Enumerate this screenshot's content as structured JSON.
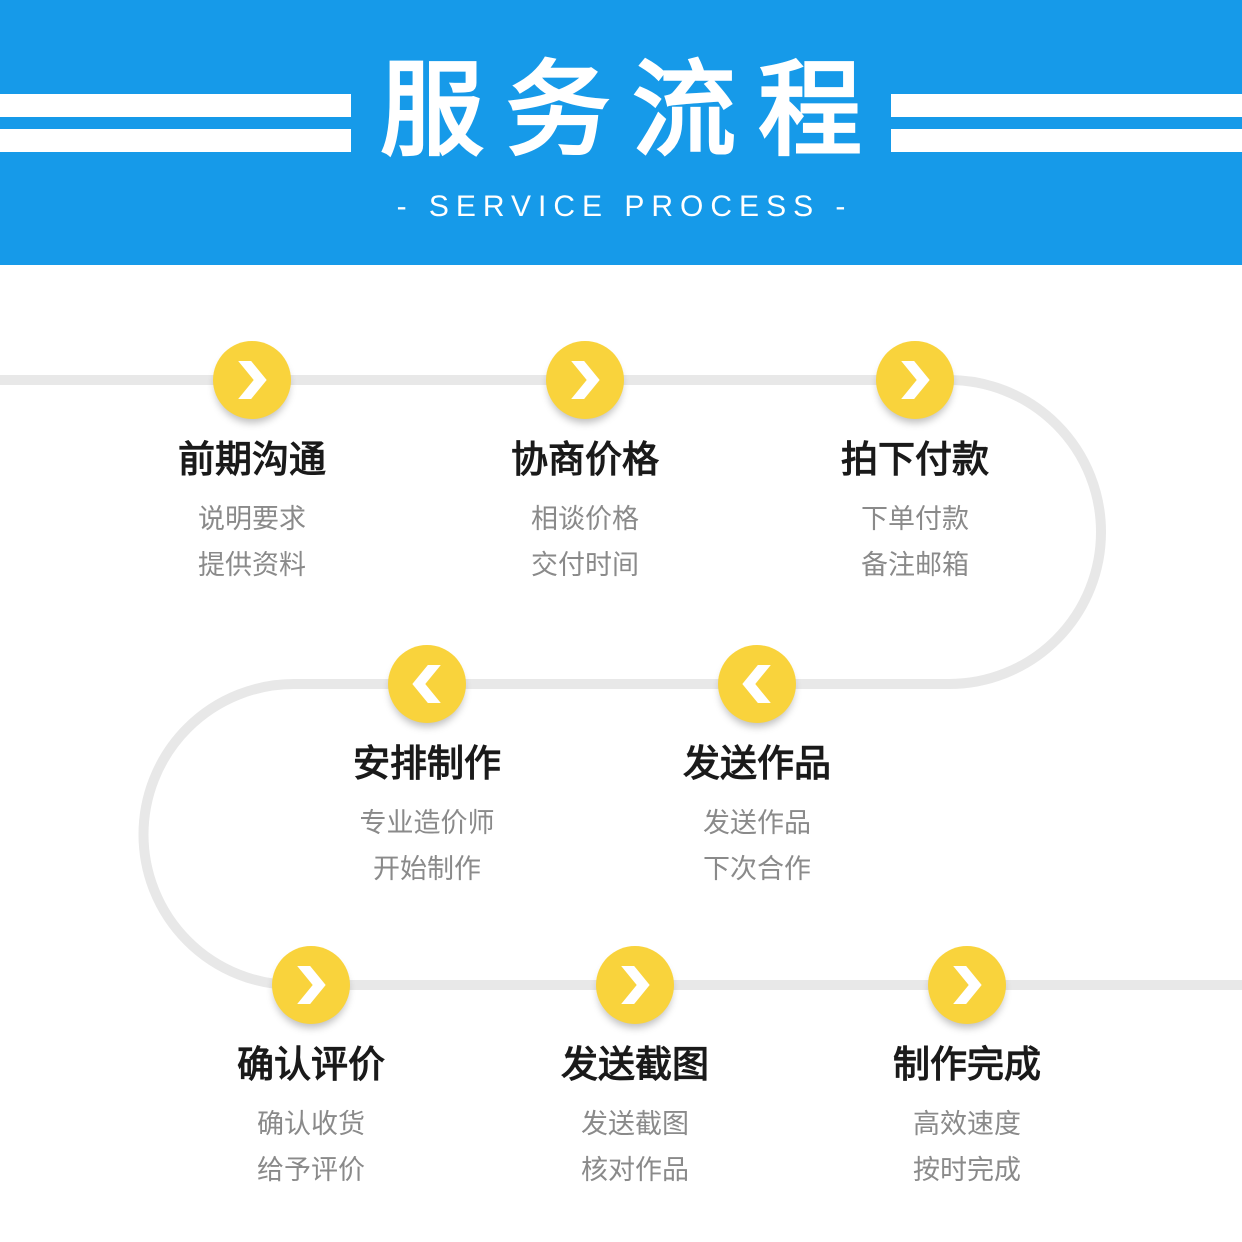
{
  "header": {
    "title": "服务流程",
    "subtitle": "- SERVICE PROCESS -",
    "bg_color": "#169AE9",
    "text_color": "#FFFFFF",
    "stripe_color": "#FFFFFF"
  },
  "flow": {
    "path_color": "#E8E8E8",
    "node_color": "#F9D33C",
    "chevron_color": "#FFFFFF",
    "title_color": "#1A1A1A",
    "desc_color": "#8A8A8A",
    "rows": [
      {
        "direction": "right",
        "steps": [
          {
            "title": "前期沟通",
            "desc": [
              "说明要求",
              "提供资料"
            ]
          },
          {
            "title": "协商价格",
            "desc": [
              "相谈价格",
              "交付时间"
            ]
          },
          {
            "title": "拍下付款",
            "desc": [
              "下单付款",
              "备注邮箱"
            ]
          }
        ]
      },
      {
        "direction": "left",
        "steps": [
          {
            "title": "安排制作",
            "desc": [
              "专业造价师",
              "开始制作"
            ]
          },
          {
            "title": "发送作品",
            "desc": [
              "发送作品",
              "下次合作"
            ]
          }
        ]
      },
      {
        "direction": "right",
        "steps": [
          {
            "title": "确认评价",
            "desc": [
              "确认收货",
              "给予评价"
            ]
          },
          {
            "title": "发送截图",
            "desc": [
              "发送截图",
              "核对作品"
            ]
          },
          {
            "title": "制作完成",
            "desc": [
              "高效速度",
              "按时完成"
            ]
          }
        ]
      }
    ]
  }
}
